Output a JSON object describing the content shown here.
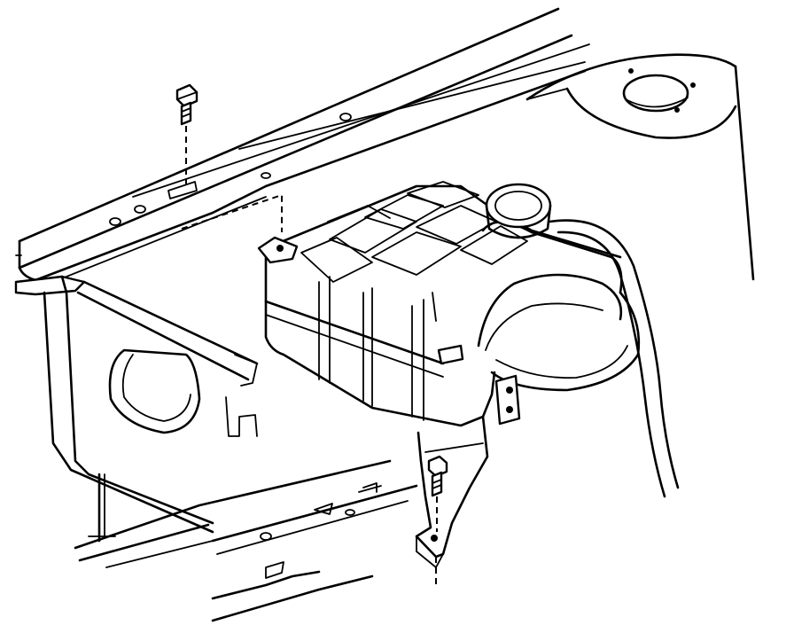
{
  "figure": {
    "ink_color": "#000000",
    "paper_color": "#ffffff",
    "parts": [
      "radiator-support",
      "coolant-reservoir",
      "reservoir-cap",
      "mounting-bolt-upper",
      "mounting-bolt-lower",
      "strut-tower",
      "mounting-bracket",
      "coolant-hose"
    ]
  }
}
